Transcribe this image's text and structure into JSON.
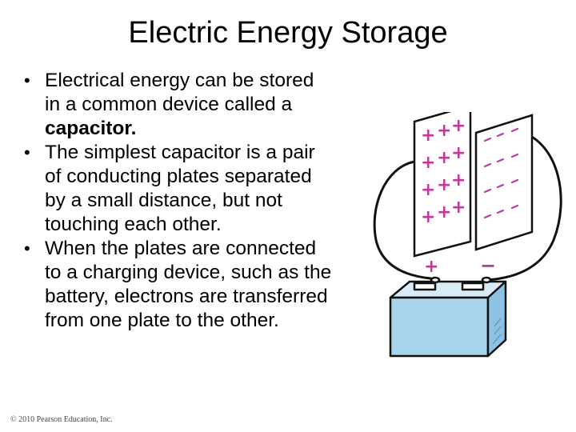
{
  "slide": {
    "title": "Electric Energy Storage",
    "bullets": [
      {
        "lines": [
          {
            "text": "Electrical energy can be stored",
            "bold": false
          },
          {
            "text": "in a common device called a",
            "bold": false
          },
          {
            "text": "capacitor.",
            "bold": true
          }
        ]
      },
      {
        "lines": [
          {
            "text": "The simplest capacitor is a pair",
            "bold": false
          },
          {
            "text": "of conducting plates separated",
            "bold": false
          },
          {
            "text": "by a small distance, but not",
            "bold": false
          },
          {
            "text": "touching each other.",
            "bold": false
          }
        ]
      },
      {
        "lines": [
          {
            "text": "When the plates are connected",
            "bold": false
          },
          {
            "text": "to a charging device, such as the",
            "bold": false
          },
          {
            "text": "battery, electrons are transferred",
            "bold": false
          },
          {
            "text": "from one plate to the other.",
            "bold": false
          }
        ]
      }
    ],
    "bullet_glyph": "•",
    "copyright": "© 2010 Pearson Education, Inc."
  },
  "figure": {
    "plus_symbol": "+",
    "minus_symbol": "−",
    "colors": {
      "charge": "#c03a9a",
      "battery_fill": "#a9d4ee",
      "outline": "#111111"
    }
  }
}
